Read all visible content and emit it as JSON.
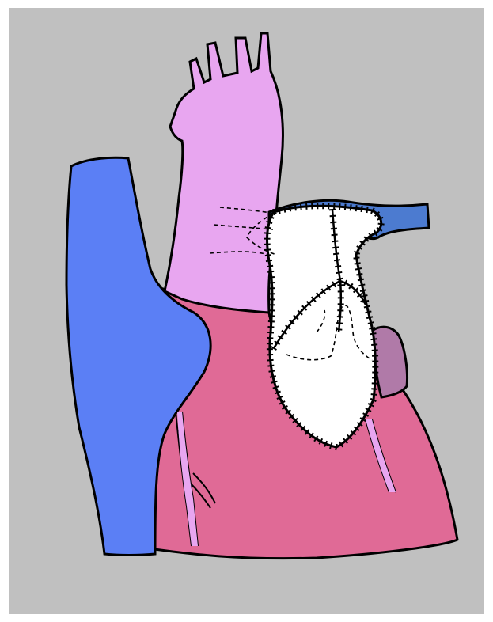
{
  "colors": {
    "background": "#c0c0c0",
    "frame": "#ffffff",
    "vena_cava": "#5b7ff5",
    "aorta": "#e8a6f0",
    "ventricles": "#e06a96",
    "patch": "#ffffff",
    "pulmonary_artery": "#4c7bd0",
    "atrial_appendage": "#b07aa8",
    "outline": "#000000"
  },
  "parts": {
    "vena_cava": "superior-vena-cava",
    "aorta": "aorta-with-arch-vessels",
    "ventricles": "heart-ventricles",
    "patch": "sutured-patch",
    "pulmonary_artery": "pulmonary-artery-branch",
    "atrial_appendage": "left-atrial-appendage",
    "coronary_right": "right-coronary-vessel",
    "coronary_left": "left-coronary-vessel"
  }
}
